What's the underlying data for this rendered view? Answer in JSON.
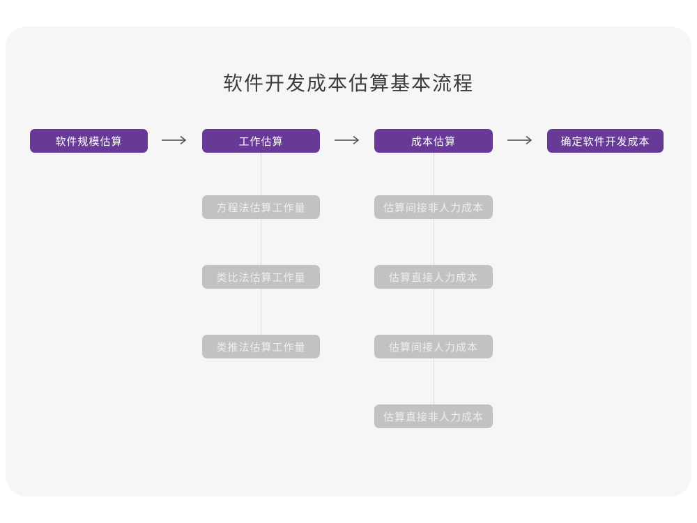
{
  "title": "软件开发成本估算基本流程",
  "colors": {
    "page_background": "#ffffff",
    "card_background": "#f6f6f7",
    "stage_fill": "#673a97",
    "stage_text": "#ffffff",
    "substep_fill": "#c2c2c2",
    "substep_text": "#eeeeee",
    "connector_line": "#d8d8d8",
    "arrow": "#4d4d4d",
    "title_text": "#3c3c3c"
  },
  "icons": {
    "flow_arrow": "long-right-arrow"
  },
  "flow": {
    "stages": [
      {
        "label": "软件规模估算",
        "substeps": []
      },
      {
        "label": "工作估算",
        "substeps": [
          "方程法估算工作量",
          "类比法估算工作量",
          "类推法估算工作量"
        ]
      },
      {
        "label": "成本估算",
        "substeps": [
          "估算间接非人力成本",
          "估算直接人力成本",
          "估算间接人力成本",
          "估算直接非人力成本"
        ]
      },
      {
        "label": "确定软件开发成本",
        "substeps": []
      }
    ]
  }
}
